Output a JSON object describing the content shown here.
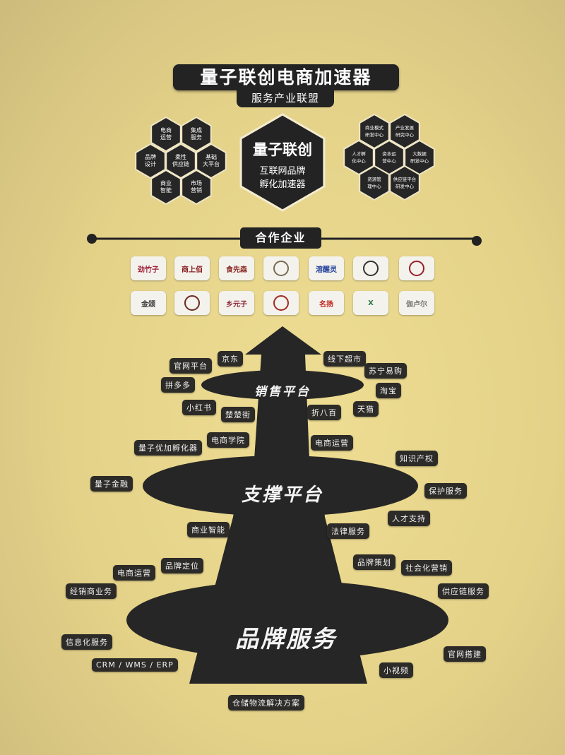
{
  "header": {
    "title": "量子联创电商加速器",
    "subtitle": "服务产业联盟"
  },
  "center_hex": {
    "title": "量子联创",
    "line1": "互联网品牌",
    "line2": "孵化加速器"
  },
  "left_hexes": [
    "电商\n运营",
    "集成\n服务",
    "品牌\n设计",
    "柔性\n供应链",
    "基础\n大平台",
    "商业\n智能",
    "市场\n营销"
  ],
  "right_hexes": [
    "商业模式\n研发中心",
    "产业发展\n研究中心",
    "人才孵\n化中心",
    "资本运\n营中心",
    "大数据\n研发中心",
    "资源管\n理中心",
    "供应链平台\n研发中心"
  ],
  "partners": {
    "label": "合作企业",
    "logos": [
      {
        "text": "劲竹子",
        "color": "#a0213a"
      },
      {
        "text": "商上佰",
        "color": "#8a1f22"
      },
      {
        "text": "食先森",
        "color": "#8a2a22"
      },
      {
        "text": "",
        "color": "#7a6a55"
      },
      {
        "text": "溶醒灵",
        "color": "#1f3f9a"
      },
      {
        "text": "",
        "color": "#333333"
      },
      {
        "text": "",
        "color": "#9a1f2a"
      },
      {
        "text": "金颂",
        "color": "#333333"
      },
      {
        "text": "",
        "color": "#6a2a22"
      },
      {
        "text": "乡元子",
        "color": "#8a2a3a"
      },
      {
        "text": "",
        "color": "#a02a22"
      },
      {
        "text": "名扬",
        "color": "#c0221f"
      },
      {
        "text": "X",
        "color": "#2a7a4a"
      },
      {
        "text": "伽卢尔",
        "color": "#777777"
      }
    ]
  },
  "tiers": {
    "sales": "销售平台",
    "support": "支撑平台",
    "brand": "品牌服务"
  },
  "tags": [
    "官网平台",
    "京东",
    "线下超市",
    "苏宁易购",
    "拼多多",
    "淘宝",
    "小红书",
    "楚楚街",
    "折八百",
    "天猫",
    "量子优加孵化器",
    "电商学院",
    "电商运营",
    "知识产权",
    "量子金融",
    "保护服务",
    "人才支持",
    "商业智能",
    "法律服务",
    "电商运营",
    "品牌定位",
    "品牌策划",
    "社会化营销",
    "经销商业务",
    "供应链服务",
    "信息化服务",
    "CRM / WMS / ERP",
    "官网搭建",
    "小视频",
    "仓储物流解决方案"
  ],
  "colors": {
    "background": "#e6d58e",
    "panel": "#232323",
    "tag": "#2d2b28"
  }
}
